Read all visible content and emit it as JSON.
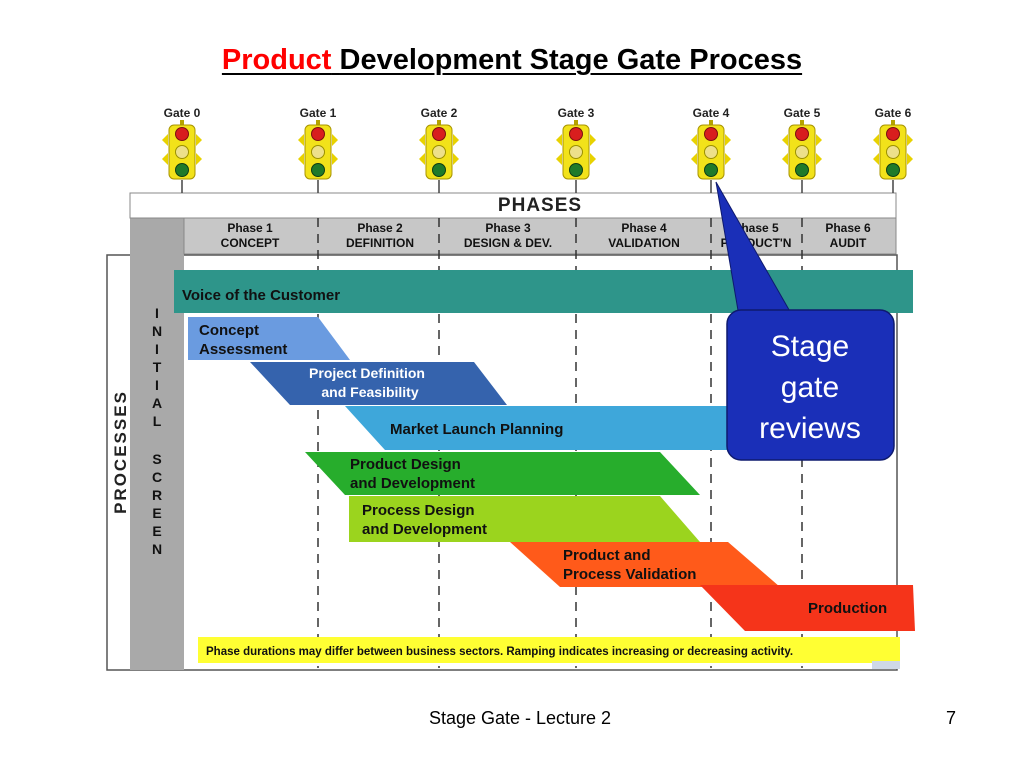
{
  "slide": {
    "title_accent": "Product",
    "title_rest": "Development Stage Gate Process",
    "footer": "Stage Gate - Lecture 2",
    "page_number": "7"
  },
  "colors": {
    "title_accent": "#ff0000",
    "header_band": "#c7c7c7",
    "processes_column": "#a9a9a9",
    "voice": "#2e958a",
    "concept": "#6a9be0",
    "project_definition": "#3563ad",
    "market_launch": "#3ea7da",
    "product_design": "#27ad2c",
    "process_design": "#9bd41e",
    "validation": "#ff5a1a",
    "production": "#f5341a",
    "note_bar": "#ffff33",
    "callout": "#1a2fb8"
  },
  "gates": [
    {
      "label": "Gate 0"
    },
    {
      "label": "Gate 1"
    },
    {
      "label": "Gate 2"
    },
    {
      "label": "Gate 3"
    },
    {
      "label": "Gate 4"
    },
    {
      "label": "Gate 5"
    },
    {
      "label": "Gate 6"
    }
  ],
  "gate_icon": "traffic-light-icon",
  "phases_header": "PHASES",
  "phases": [
    {
      "number": "Phase 1",
      "name": "CONCEPT"
    },
    {
      "number": "Phase 2",
      "name": "DEFINITION"
    },
    {
      "number": "Phase 3",
      "name": "DESIGN & DEV."
    },
    {
      "number": "Phase 4",
      "name": "VALIDATION"
    },
    {
      "number": "Phase 5",
      "name": "PRODUCT'N"
    },
    {
      "number": "Phase 6",
      "name": "AUDIT"
    }
  ],
  "processes_label": "PROCESSES",
  "initial_screen_label": "INITIAL SCREEN",
  "processes": [
    {
      "line1": "Voice of the Customer",
      "line2": ""
    },
    {
      "line1": "Concept",
      "line2": "Assessment"
    },
    {
      "line1": "Project  Definition",
      "line2": "and Feasibility"
    },
    {
      "line1": "Market Launch Planning",
      "line2": ""
    },
    {
      "line1": "Product Design",
      "line2": "and Development"
    },
    {
      "line1": "Process Design",
      "line2": "and Development"
    },
    {
      "line1": "Product and",
      "line2": "Process Validation"
    },
    {
      "line1": "Production",
      "line2": ""
    }
  ],
  "note": "Phase durations may differ between business sectors. Ramping indicates increasing or decreasing activity.",
  "callout": {
    "line1": "Stage",
    "line2": "gate",
    "line3": "reviews"
  }
}
